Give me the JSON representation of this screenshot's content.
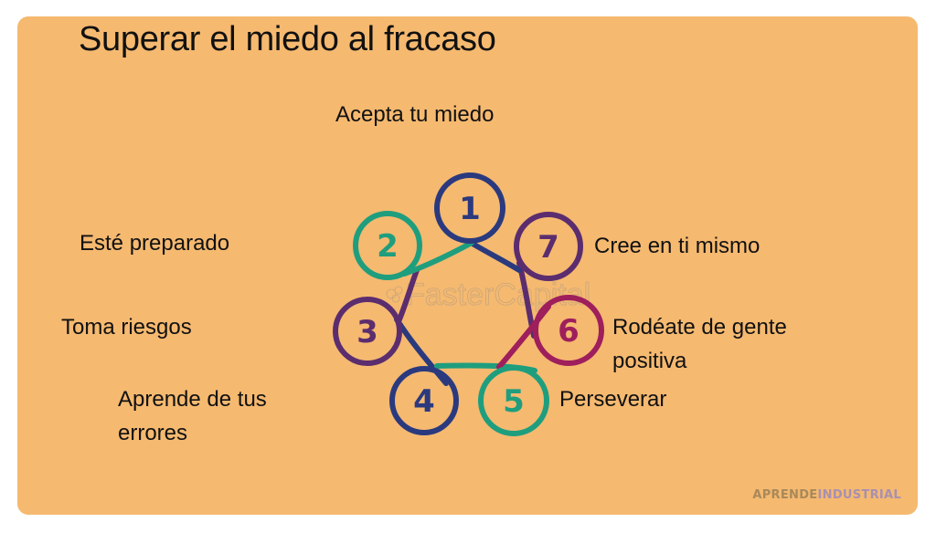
{
  "title": "Superar el miedo al fracaso",
  "colors": {
    "background": "#f5b970",
    "navy": "#2b3a7e",
    "teal": "#1f9e7e",
    "purple": "#5b2d6e",
    "magenta": "#9e1f5c"
  },
  "steps": [
    {
      "number": "1",
      "label": "Acepta tu miedo",
      "color": "navy"
    },
    {
      "number": "2",
      "label": "Esté preparado",
      "color": "teal"
    },
    {
      "number": "3",
      "label": "Toma riesgos",
      "color": "purple"
    },
    {
      "number": "4",
      "label_line1": "Aprende de tus",
      "label_line2": "errores",
      "color": "navy"
    },
    {
      "number": "5",
      "label": "Perseverar",
      "color": "teal"
    },
    {
      "number": "6",
      "label_line1": "Rodéate de gente",
      "label_line2": "positiva",
      "color": "magenta"
    },
    {
      "number": "7",
      "label": "Cree en ti mismo",
      "color": "purple"
    }
  ],
  "watermark": "FasterCapital",
  "brand": {
    "part1": "APRENDE",
    "part2": "INDUSTRIAL"
  }
}
